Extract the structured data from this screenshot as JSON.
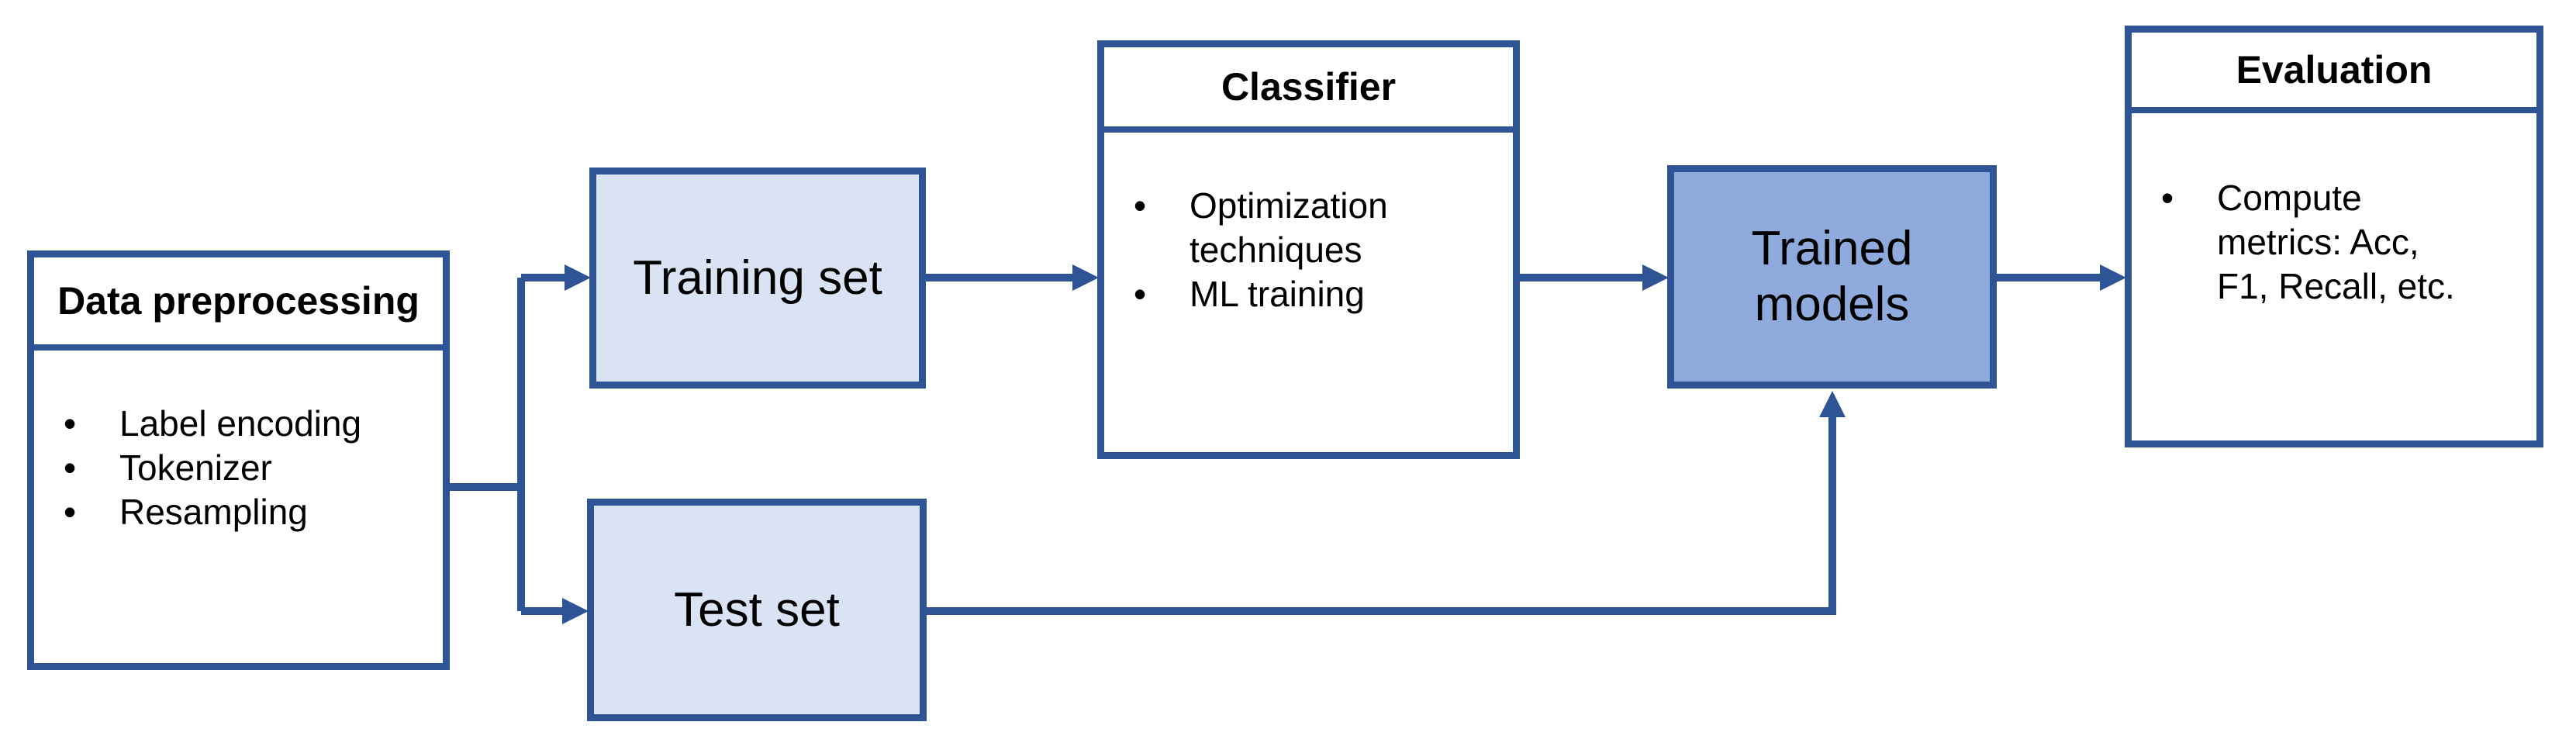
{
  "diagram": {
    "type": "flowchart",
    "colors": {
      "line": "#2F5496",
      "light_box_fill": "#DAE3F3",
      "medium_box_fill": "#8FAADC",
      "plain_box_fill": "#FFFFFF",
      "text": "#000000"
    },
    "boxes": {
      "preprocessing": {
        "header": "Data preprocessing",
        "bullets": [
          "Label encoding",
          "Tokenizer",
          "Resampling"
        ]
      },
      "training_set": {
        "label": "Training set"
      },
      "test_set": {
        "label": "Test set"
      },
      "classifier": {
        "header": "Classifier",
        "bullets": [
          "Optimization techniques",
          "ML training"
        ]
      },
      "trained_models": {
        "label": "Trained models"
      },
      "evaluation": {
        "header": "Evaluation",
        "bullets": [
          "Compute metrics: Acc, F1, Recall, etc."
        ]
      }
    },
    "bullet_glyph": "•",
    "edges": [
      {
        "from": "preprocessing",
        "to": "training_set"
      },
      {
        "from": "preprocessing",
        "to": "test_set"
      },
      {
        "from": "training_set",
        "to": "classifier"
      },
      {
        "from": "classifier",
        "to": "trained_models"
      },
      {
        "from": "test_set",
        "to": "trained_models"
      },
      {
        "from": "trained_models",
        "to": "evaluation"
      }
    ]
  }
}
